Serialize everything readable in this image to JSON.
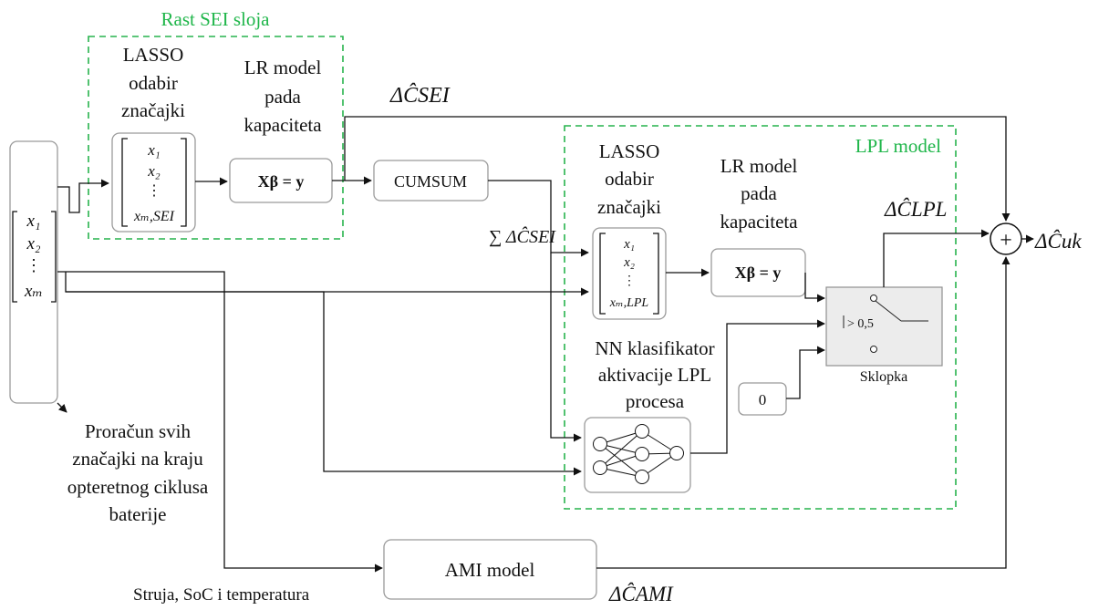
{
  "groups": {
    "sei": "Rast SEI sloja",
    "lpl": "LPL model"
  },
  "blocks": {
    "lasso_sei_lines": [
      "LASSO",
      "odabir",
      "značajki"
    ],
    "lr_sei_lines": [
      "LR model",
      "pada",
      "kapaciteta"
    ],
    "eq_sei": "Xβ = y",
    "cumsum": "CUMSUM",
    "lasso_lpl_lines": [
      "LASSO",
      "odabir",
      "značajki"
    ],
    "lr_lpl_lines": [
      "LR model",
      "pada",
      "kapaciteta"
    ],
    "eq_lpl": "Xβ = y",
    "nn_lines": [
      "NN klasifikator",
      "aktivacije LPL",
      "procesa"
    ],
    "zero": "0",
    "switch_label": "Sklopka",
    "threshold": "> 0,5",
    "ami": "AMI model"
  },
  "vectors": {
    "input": [
      "x₁",
      "x₂",
      "⋮",
      "xₘ"
    ],
    "sei": [
      "x₁",
      "x₂",
      "⋮",
      "xₘ,SEI"
    ],
    "lpl": [
      "x₁",
      "x₂",
      "⋮",
      "xₘ,LPL"
    ]
  },
  "signals": {
    "dc_sei": "ΔĈSEI",
    "sum_sei": "∑ ΔĈSEI",
    "dc_lpl": "ΔĈLPL",
    "dc_uk": "ΔĈuk",
    "dc_ami": "ΔĈAMI",
    "plus": "+"
  },
  "notes": {
    "features_lines": [
      "Proračun svih",
      "značajki na kraju",
      "opteretnog ciklusa",
      "baterije"
    ],
    "inputs_ami": "Struja, SoC i temperatura"
  }
}
